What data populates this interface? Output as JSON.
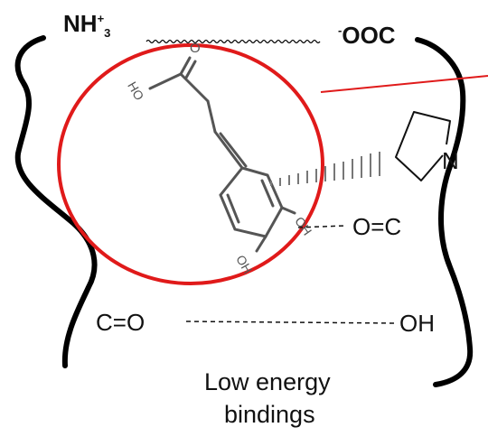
{
  "labels": {
    "nh3_main": "NH",
    "nh3_sup": "+",
    "nh3_sub": "3",
    "ooc_minus": "-",
    "ooc_main": "OOC",
    "n_atom": "N",
    "oc_right": "O=C",
    "co_left": "C=O",
    "oh_right": "OH",
    "caption_line1": "Low energy",
    "caption_line2": "bindings"
  },
  "molecule": {
    "ho_top": "HO",
    "o_top": "O",
    "oh_3": "OH",
    "oh_4": "OH"
  },
  "colors": {
    "outline": "#000000",
    "highlight": "#e01a1a",
    "molecule": "#555555"
  }
}
